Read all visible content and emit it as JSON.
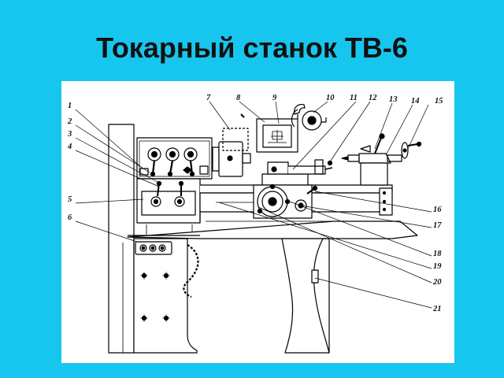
{
  "slide": {
    "title": "Токарный станок ТВ-6",
    "background_color": "#17c6ef"
  },
  "diagram": {
    "figure_background": "#ffffff",
    "line_color": "#000000",
    "callouts": [
      "1",
      "2",
      "3",
      "4",
      "5",
      "6",
      "7",
      "8",
      "9",
      "10",
      "11",
      "12",
      "13",
      "14",
      "15",
      "16",
      "17",
      "18",
      "19",
      "20",
      "21"
    ]
  }
}
